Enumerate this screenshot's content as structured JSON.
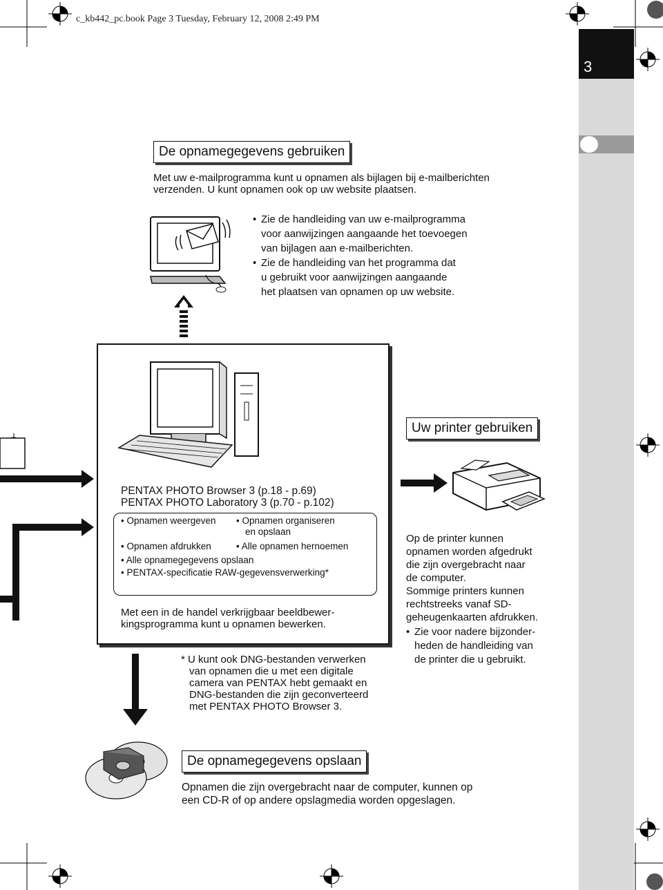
{
  "header": {
    "file_line": "c_kb442_pc.book  Page 3  Tuesday, February 12, 2008  2:49 PM"
  },
  "page_number": "3",
  "section_email": {
    "title": "De opnamegegevens gebruiken",
    "intro": [
      "Met uw e-mailprogramma kunt u opnamen als bijlagen bij e-mailberichten",
      "verzenden. U kunt opnamen ook op uw website plaatsen."
    ],
    "bullets": [
      [
        "Zie de handleiding van uw e-mailprogramma",
        "voor aanwijzingen aangaande het toevoegen",
        "van bijlagen aan e-mailberichten."
      ],
      [
        "Zie de handleiding van het programma dat",
        "u gebruikt voor aanwijzingen aangaande",
        "het plaatsen van opnamen op uw website."
      ]
    ]
  },
  "software_box": {
    "programs": [
      "PENTAX PHOTO Browser 3 (p.18 - p.69)",
      "PENTAX PHOTO Laboratory 3 (p.70 - p.102)"
    ],
    "features": {
      "view": "Opnamen weergeven",
      "organize": [
        "Opnamen organiseren",
        "en opslaan"
      ],
      "print": "Opnamen afdrukken",
      "rename": "Alle opnamen hernoemen",
      "save_all": "Alle opnamegegevens opslaan",
      "raw": "PENTAX-specificatie RAW-gegevensverwerking*"
    },
    "edit_note": [
      "Met een in de handel verkrijgbaar beeldbewer-",
      "kingsprogramma kunt u opnamen bewerken."
    ]
  },
  "footnote": [
    "* U kunt ook DNG-bestanden verwerken",
    "van opnamen die u met een digitale",
    "camera van PENTAX hebt gemaakt en",
    "DNG-bestanden die zijn geconverteerd",
    "met PENTAX PHOTO Browser 3."
  ],
  "section_printer": {
    "title": "Uw printer gebruiken",
    "text": [
      "Op de printer kunnen",
      "opnamen worden afgedrukt",
      "die zijn overgebracht naar",
      "de computer.",
      "Sommige printers kunnen",
      "rechtstreeks vanaf SD-",
      "geheugenkaarten afdrukken."
    ],
    "bullet": [
      "Zie voor nadere bijzonder-",
      "heden de handleiding van",
      "de printer die u gebruikt."
    ]
  },
  "section_save": {
    "title": "De opnamegegevens opslaan",
    "text": [
      "Opnamen die zijn overgebracht naar de computer, kunnen op",
      "een CD-R of op andere opslagmedia worden opgeslagen."
    ]
  }
}
